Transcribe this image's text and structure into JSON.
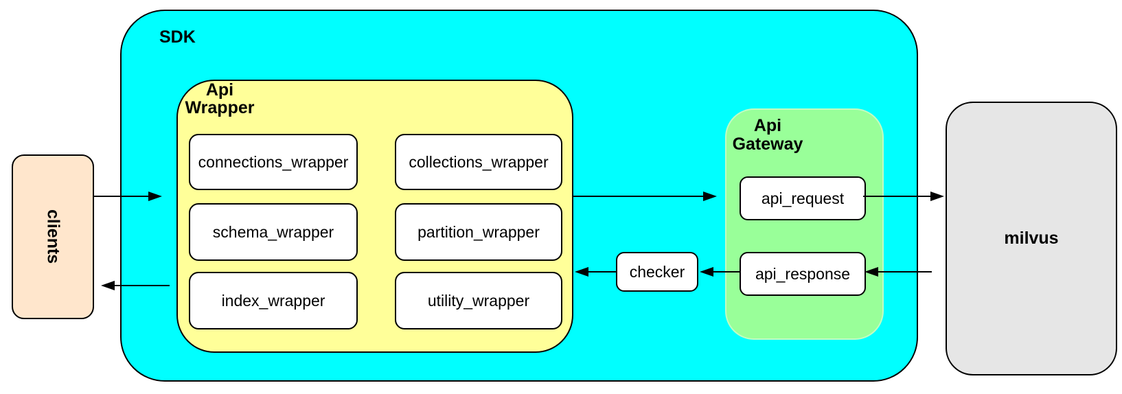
{
  "colors": {
    "sdk_fill": "#00FFFF",
    "api_wrapper_fill": "#FFFF99",
    "api_gateway_fill": "#99FF99",
    "clients_fill": "#FFE6CC",
    "milvus_fill": "#E6E6E6",
    "module_fill": "#FFFFFF",
    "border": "#000000"
  },
  "nodes": {
    "clients": {
      "label": "clients"
    },
    "sdk": {
      "label": "SDK"
    },
    "api_wrapper": {
      "label": "Api\nWrapper",
      "modules": [
        "connections_wrapper",
        "collections_wrapper",
        "schema_wrapper",
        "partition_wrapper",
        "index_wrapper",
        "utility_wrapper"
      ]
    },
    "checker": {
      "label": "checker"
    },
    "api_gateway": {
      "label": "Api\nGateway",
      "api_request": "api_request",
      "api_response": "api_response"
    },
    "milvus": {
      "label": "milvus"
    }
  },
  "edges": [
    {
      "from": "clients",
      "to": "api_wrapper"
    },
    {
      "from": "api_wrapper",
      "to": "api_gateway"
    },
    {
      "from": "api_request",
      "to": "milvus"
    },
    {
      "from": "milvus",
      "to": "api_response"
    },
    {
      "from": "api_response",
      "to": "checker"
    },
    {
      "from": "checker",
      "to": "api_wrapper"
    },
    {
      "from": "api_wrapper",
      "to": "clients"
    }
  ]
}
